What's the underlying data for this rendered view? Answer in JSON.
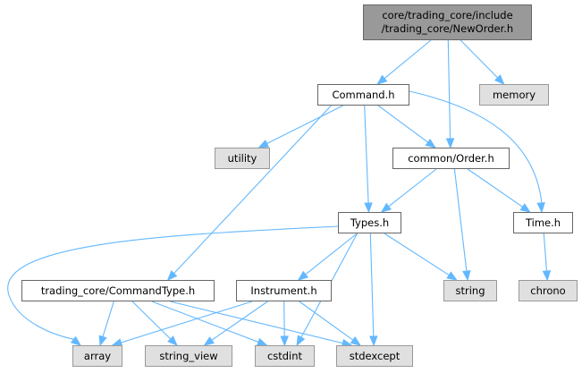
{
  "nodes": {
    "neworder": {
      "line1": "core/trading_core/include",
      "line2": "/trading_core/NewOrder.h"
    },
    "command": "Command.h",
    "memory": "memory",
    "utility": "utility",
    "order": "common/Order.h",
    "types": "Types.h",
    "time": "Time.h",
    "commandtype": "trading_core/CommandType.h",
    "instrument": "Instrument.h",
    "string": "string",
    "chrono": "chrono",
    "array": "array",
    "string_view": "string_view",
    "cstdint": "cstdint",
    "stdexcept": "stdexcept"
  },
  "edges": [
    [
      "neworder",
      "command"
    ],
    [
      "neworder",
      "order"
    ],
    [
      "neworder",
      "memory"
    ],
    [
      "command",
      "utility"
    ],
    [
      "command",
      "commandtype"
    ],
    [
      "command",
      "types"
    ],
    [
      "command",
      "order"
    ],
    [
      "command",
      "time"
    ],
    [
      "order",
      "types"
    ],
    [
      "order",
      "string"
    ],
    [
      "order",
      "time"
    ],
    [
      "types",
      "array"
    ],
    [
      "types",
      "instrument"
    ],
    [
      "types",
      "cstdint"
    ],
    [
      "types",
      "stdexcept"
    ],
    [
      "types",
      "string"
    ],
    [
      "time",
      "chrono"
    ],
    [
      "commandtype",
      "array"
    ],
    [
      "commandtype",
      "string_view"
    ],
    [
      "commandtype",
      "cstdint"
    ],
    [
      "commandtype",
      "stdexcept"
    ],
    [
      "instrument",
      "array"
    ],
    [
      "instrument",
      "string_view"
    ],
    [
      "instrument",
      "cstdint"
    ],
    [
      "instrument",
      "stdexcept"
    ]
  ],
  "colors": {
    "edge": "#63b8ff",
    "root": "#999999",
    "external": "#e0e0e0"
  }
}
